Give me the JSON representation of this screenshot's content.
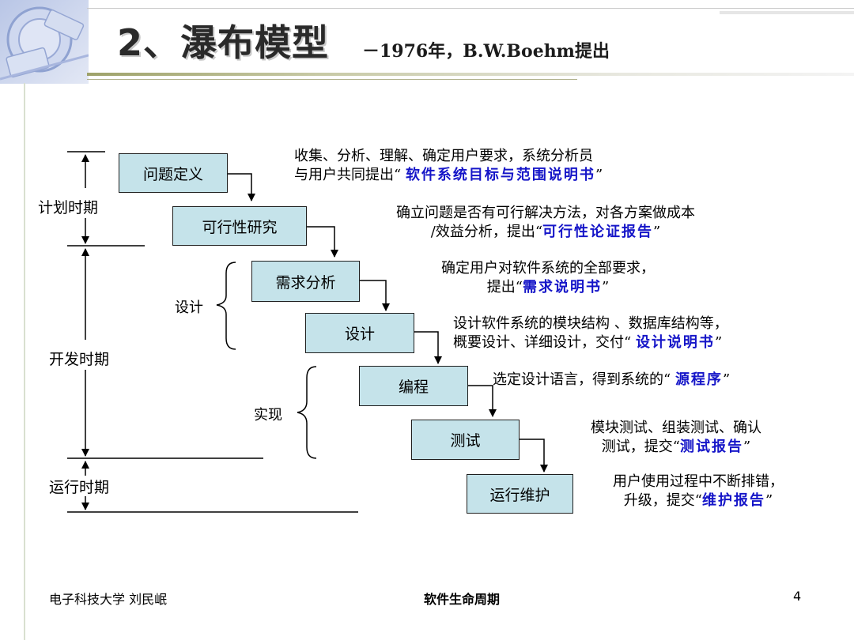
{
  "header": {
    "title": "2、瀑布模型",
    "subtitle": "－1976年，B.W.Boehm提出"
  },
  "periods": {
    "plan": "计划时期",
    "dev": "开发时期",
    "run": "运行时期"
  },
  "phases": {
    "design": "设计",
    "implement": "实现"
  },
  "stages": [
    {
      "label": "问题定义",
      "desc_lines": [
        "收集、分析、理解、确定用户要求，系统分析员"
      ],
      "desc_prefix": "与用户共同提出“ ",
      "desc_highlight": "软件系统目标与范围说明书",
      "desc_suffix": "”"
    },
    {
      "label": "可行性研究",
      "desc_lines": [
        "确立问题是否有可行解决方法，对各方案做成本"
      ],
      "desc_prefix": "/效益分析，提出“",
      "desc_highlight": "可行性论证报告",
      "desc_suffix": "”"
    },
    {
      "label": "需求分析",
      "desc_lines": [
        "确定用户对软件系统的全部要求，"
      ],
      "desc_prefix": "提出“",
      "desc_highlight": "需求说明书",
      "desc_suffix": "”"
    },
    {
      "label": "设计",
      "desc_lines": [
        "设计软件系统的模块结构 、数据库结构等，"
      ],
      "desc_prefix": "概要设计、详细设计，交付“ ",
      "desc_highlight": "设计说明书",
      "desc_suffix": "”"
    },
    {
      "label": "编程",
      "desc_lines": [],
      "desc_prefix": "选定设计语言，得到系统的“ ",
      "desc_highlight": "源程序",
      "desc_suffix": "”"
    },
    {
      "label": "测试",
      "desc_lines": [
        "模块测试、组装测试、确认"
      ],
      "desc_prefix": "测试，提交“",
      "desc_highlight": "测试报告",
      "desc_suffix": "”"
    },
    {
      "label": "运行维护",
      "desc_lines": [
        "用户使用过程中不断排错，"
      ],
      "desc_prefix": "升级，提交“",
      "desc_highlight": "维护报告",
      "desc_suffix": "”"
    }
  ],
  "footer": {
    "left": "电子科技大学 刘民岷",
    "center": "软件生命周期",
    "page": "4"
  },
  "colors": {
    "box_fill": "#c5e3ea",
    "highlight": "#1515c8"
  }
}
